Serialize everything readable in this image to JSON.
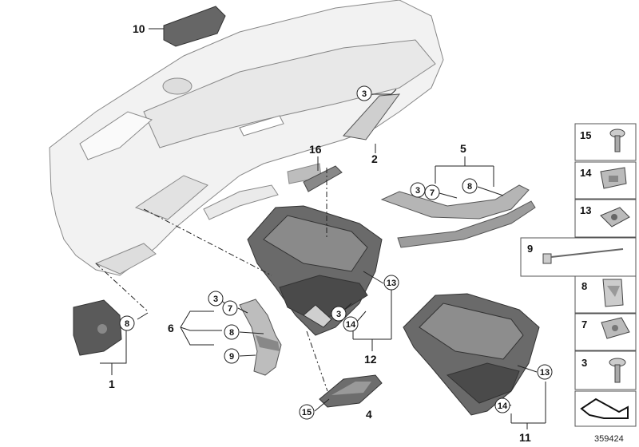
{
  "diagram": {
    "reference_number": "359424",
    "callouts": {
      "c1": "1",
      "c2": "2",
      "c4": "4",
      "c5": "5",
      "c6": "6",
      "c10": "10",
      "c11": "11",
      "c12": "12",
      "c16": "16"
    },
    "circles": {
      "k3a": "3",
      "k3b": "3",
      "k3c": "3",
      "k3d": "3",
      "k7a": "7",
      "k7b": "7",
      "k8a": "8",
      "k8b": "8",
      "k8c": "8",
      "k9": "9",
      "k13a": "13",
      "k13b": "13",
      "k14a": "14",
      "k14b": "14",
      "k15": "15"
    },
    "sidebar": [
      "15",
      "14",
      "13",
      "9",
      "8",
      "7",
      "3"
    ]
  }
}
